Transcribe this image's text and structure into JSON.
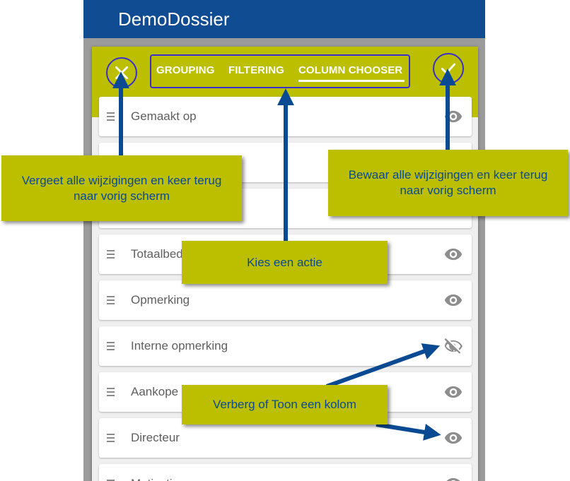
{
  "app": {
    "title": "DemoDossier"
  },
  "dialog": {
    "tabs": [
      {
        "label": "GROUPING"
      },
      {
        "label": "FILTERING"
      },
      {
        "label": "COLUMN CHOOSER"
      }
    ],
    "columns": [
      {
        "label": "Gemaakt op",
        "visible": true
      },
      {
        "label": "",
        "visible": true
      },
      {
        "label": "",
        "visible": true
      },
      {
        "label": "Totaalbed",
        "visible": true
      },
      {
        "label": "Opmerking",
        "visible": true
      },
      {
        "label": "Interne opmerking",
        "visible": false
      },
      {
        "label": "Aankope",
        "visible": true
      },
      {
        "label": "Directeur",
        "visible": true
      },
      {
        "label": "Motivatie",
        "visible": true
      }
    ]
  },
  "callouts": {
    "cancel": "Vergeet alle wijzigingen en keer terug naar vorig scherm",
    "save": "Bewaar alle wijzigingen en keer terug naar vorig scherm",
    "action": "Kies een actie",
    "toggle": "Verberg of Toon een kolom"
  },
  "colors": {
    "appbar": "#0f4c92",
    "accent": "#bcbe00",
    "callout_text": "#0a4a93",
    "arrow": "#0a4a93",
    "highlight_border": "#3b2fc9"
  },
  "icons": {
    "close": "close-icon",
    "confirm": "check-icon",
    "visible": "eye-icon",
    "hidden": "eye-off-icon",
    "drag": "drag-handle-icon"
  }
}
